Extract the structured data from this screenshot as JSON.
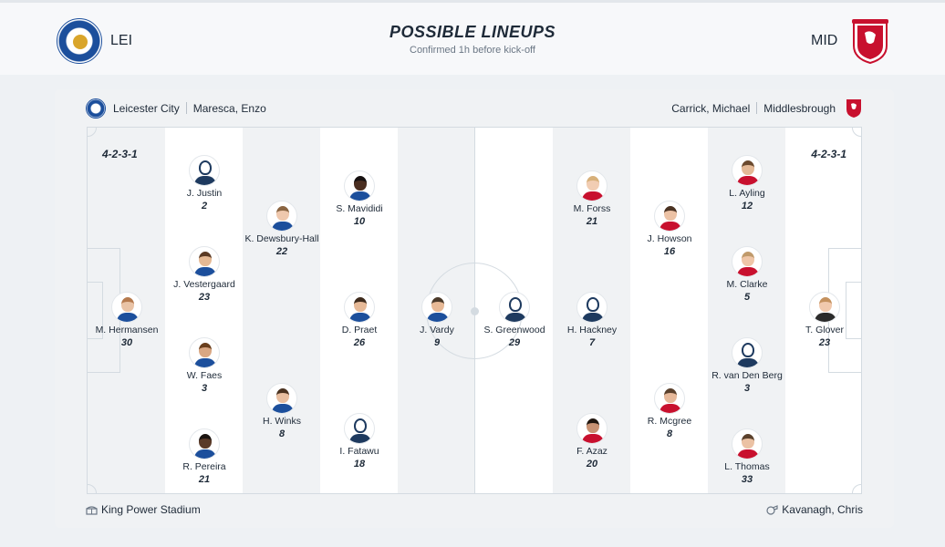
{
  "header": {
    "title": "POSSIBLE LINEUPS",
    "subtitle": "Confirmed 1h before kick-off",
    "home_code": "LEI",
    "away_code": "MID"
  },
  "info": {
    "home_team": "Leicester City",
    "home_manager": "Maresca, Enzo",
    "away_manager": "Carrick, Michael",
    "away_team": "Middlesbrough"
  },
  "formations": {
    "home": "4-2-3-1",
    "away": "4-2-3-1"
  },
  "home_players": [
    {
      "name": "M. Hermansen",
      "number": "30",
      "skin": "#e9c3a6",
      "hair": "#b57a4e",
      "shirt": "#1c4f9c"
    },
    {
      "name": "J. Justin",
      "number": "2",
      "anon": true
    },
    {
      "name": "J. Vestergaard",
      "number": "23",
      "skin": "#e5b994",
      "hair": "#5b3a24",
      "shirt": "#1c4f9c"
    },
    {
      "name": "W. Faes",
      "number": "3",
      "skin": "#d9a783",
      "hair": "#6a3f1d",
      "shirt": "#1c4f9c"
    },
    {
      "name": "R. Pereira",
      "number": "21",
      "skin": "#5a3a28",
      "hair": "#1b1410",
      "shirt": "#1c4f9c"
    },
    {
      "name": "K. Dewsbury-Hall",
      "number": "22",
      "skin": "#efc8ad",
      "hair": "#8a6542",
      "shirt": "#1c4f9c"
    },
    {
      "name": "H. Winks",
      "number": "8",
      "skin": "#e8bea0",
      "hair": "#4a3220",
      "shirt": "#1c4f9c"
    },
    {
      "name": "S. Mavididi",
      "number": "10",
      "skin": "#4a2e20",
      "hair": "#151010",
      "shirt": "#1c4f9c"
    },
    {
      "name": "D. Praet",
      "number": "26",
      "skin": "#e6b997",
      "hair": "#3d2a1c",
      "shirt": "#1c4f9c"
    },
    {
      "name": "I. Fatawu",
      "number": "18",
      "anon": true
    },
    {
      "name": "J. Vardy",
      "number": "9",
      "skin": "#e7b996",
      "hair": "#4b3a2a",
      "shirt": "#1c4f9c"
    }
  ],
  "away_players": [
    {
      "name": "S. Greenwood",
      "number": "29",
      "anon": true
    },
    {
      "name": "M. Forss",
      "number": "21",
      "skin": "#f1cdb3",
      "hair": "#d7b07a",
      "shirt": "#c8102e"
    },
    {
      "name": "H. Hackney",
      "number": "7",
      "anon": true
    },
    {
      "name": "F. Azaz",
      "number": "20",
      "skin": "#c89273",
      "hair": "#20160f",
      "shirt": "#c8102e"
    },
    {
      "name": "J. Howson",
      "number": "16",
      "skin": "#ecc2a5",
      "hair": "#4a3222",
      "shirt": "#c8102e"
    },
    {
      "name": "R. Mcgree",
      "number": "8",
      "skin": "#e6b899",
      "hair": "#5a402c",
      "shirt": "#c8102e"
    },
    {
      "name": "L. Ayling",
      "number": "12",
      "skin": "#e4b996",
      "hair": "#6b4a2e",
      "shirt": "#c8102e"
    },
    {
      "name": "M. Clarke",
      "number": "5",
      "skin": "#efc6a8",
      "hair": "#c09a6b",
      "shirt": "#c8102e"
    },
    {
      "name": "R. van Den Berg",
      "number": "3",
      "anon": true
    },
    {
      "name": "L. Thomas",
      "number": "33",
      "skin": "#ebc2a4",
      "hair": "#5b412c",
      "shirt": "#c8102e"
    },
    {
      "name": "T. Glover",
      "number": "23",
      "skin": "#f1c9ad",
      "hair": "#c4915e",
      "shirt": "#2b2b2b"
    }
  ],
  "footer": {
    "stadium": "King Power Stadium",
    "referee": "Kavanagh, Chris",
    "stadium_icon": "stadium-icon",
    "referee_icon": "whistle-icon"
  },
  "colors": {
    "home": "#1c4f9c",
    "away": "#c8102e",
    "text": "#1e2a38"
  }
}
